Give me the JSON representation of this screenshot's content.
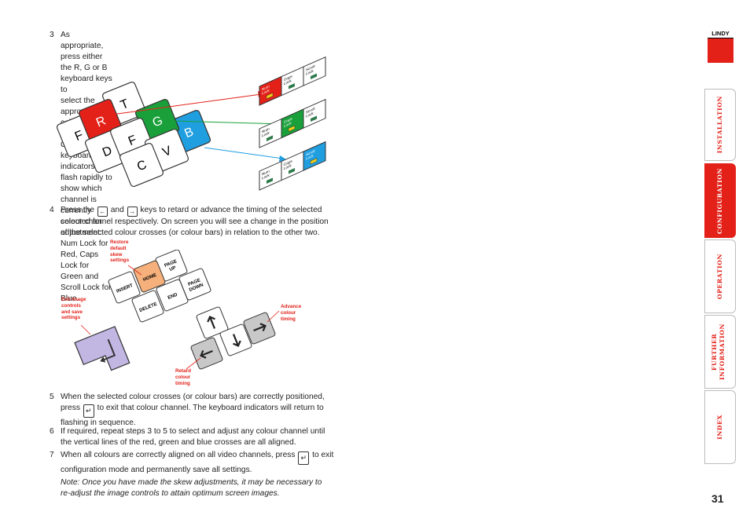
{
  "steps": {
    "s3": {
      "num": "3",
      "lines": [
        "As appropriate, press either the R, G or B keyboard keys to",
        "select the appropriate colour channel. Corresponding",
        "keyboard indicators will flash rapidly to show which",
        "channel is currently selected for adjustment:",
        "Num Lock for Red, Caps Lock for Green and",
        "Scroll Lock for Blue."
      ]
    },
    "s4": {
      "num": "4",
      "a": "Press the",
      "b": "and",
      "c": "keys to retard or advance the timing of the selected",
      "line2": "colour channel respectively. On screen you will see a change in the position",
      "line3": "of the selected colour crosses (or colour bars) in relation to the other two."
    },
    "s5": {
      "num": "5",
      "line1": "When the selected colour crosses (or colour bars) are correctly positioned,",
      "a": "press",
      "b": "to exit that colour channel. The keyboard indicators will return to",
      "line3": "flashing in sequence."
    },
    "s6": {
      "num": "6",
      "line1": "If required, repeat steps 3 to 5 to select and adjust any colour channel until",
      "line2": "the vertical lines of the red, green and blue crosses are all aligned."
    },
    "s7": {
      "num": "7",
      "a": "When all colours are correctly aligned on all video channels, press",
      "b": "to exit",
      "line2": "configuration mode and permanently save all settings."
    },
    "note": [
      "Note: Once you have made the skew adjustments, it may be necessary to",
      "re-adjust the image controls to attain optimum screen images."
    ]
  },
  "icons": {
    "left_key": "←",
    "right_key": "→",
    "enter_key": "↵"
  },
  "diagram1": {
    "keys": {
      "r": "R",
      "t": "T",
      "f1": "F",
      "g": "G",
      "b": "B",
      "d": "D",
      "f2": "F",
      "v": "V",
      "c": "C"
    },
    "lock_num": [
      "Num",
      "Lock"
    ],
    "lock_caps": [
      "Caps",
      "Lock"
    ],
    "lock_scroll": [
      "Scroll",
      "Lock"
    ]
  },
  "diagram2": {
    "keys": {
      "insert": "INSERT",
      "home": "HOME",
      "pageup": [
        "PAGE",
        "UP"
      ],
      "delete": "DELETE",
      "end": "END",
      "pagedown": [
        "PAGE",
        "DOWN"
      ]
    },
    "annotations": {
      "restore": [
        "Restore",
        "default",
        "skew",
        "settings"
      ],
      "exit": [
        "Exit image",
        "controls",
        "and save",
        "settings"
      ],
      "advance": [
        "Advance",
        "colour",
        "timing"
      ],
      "retard": [
        "Retard",
        "colour",
        "timing"
      ]
    }
  },
  "brand": {
    "logo": "LINDY",
    "color": "#e32119"
  },
  "tabs": [
    "INSTALLATION",
    "CONFIGURATION",
    "OPERATION",
    "FURTHER INFORMATION",
    "INDEX"
  ],
  "active_tab": "CONFIGURATION",
  "page_number": "31"
}
